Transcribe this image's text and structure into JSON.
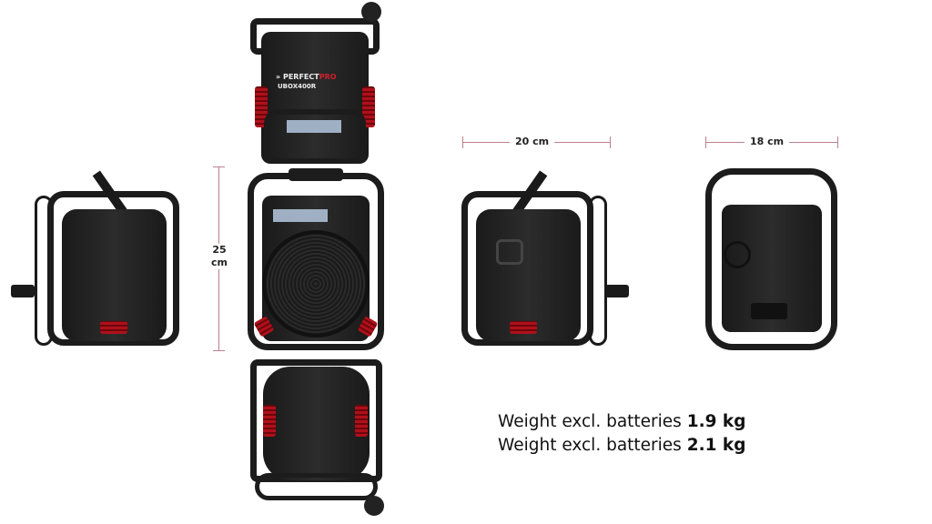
{
  "dimensions": {
    "height": "25 cm",
    "width": "20 cm",
    "depth": "18 cm"
  },
  "weights": [
    {
      "label": "Weight excl. batteries",
      "value": "1.9 kg"
    },
    {
      "label": "Weight excl. batteries",
      "value": "2.1 kg"
    }
  ],
  "product": {
    "brand_logo": "PERFECTPRO",
    "model_logo": "UBOX400R"
  },
  "colors": {
    "accent": "#b0101a",
    "body": "#1c1c1c",
    "dimension_line": "#b9828a"
  }
}
